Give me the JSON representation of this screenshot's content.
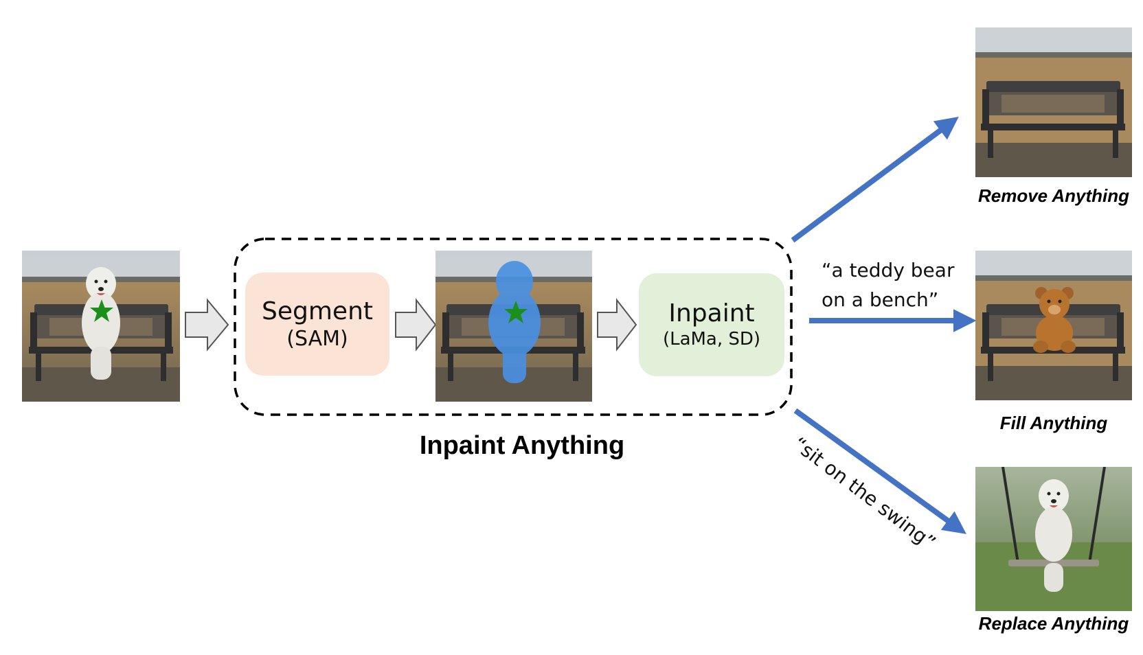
{
  "pipeline": {
    "title": "Inpaint Anything",
    "segment": {
      "name": "Segment",
      "model": "(SAM)"
    },
    "inpaint": {
      "name": "Inpaint",
      "models": "(LaMa, SD)"
    }
  },
  "outputs": {
    "remove": {
      "caption": "Remove Anything"
    },
    "fill": {
      "caption": "Fill Anything",
      "prompt_line1": "“a teddy bear",
      "prompt_line2": "on a bench”"
    },
    "replace": {
      "caption": "Replace Anything",
      "prompt": "“sit on the swing”"
    }
  },
  "colors": {
    "segment_box": "#fbe3d6",
    "inpaint_box": "#e2efd9",
    "arrow_blue": "#4472c4",
    "mask_blue": "#4a90e2",
    "star_green": "#1a8f1a",
    "block_arrow_fill": "#e8e8e8"
  }
}
